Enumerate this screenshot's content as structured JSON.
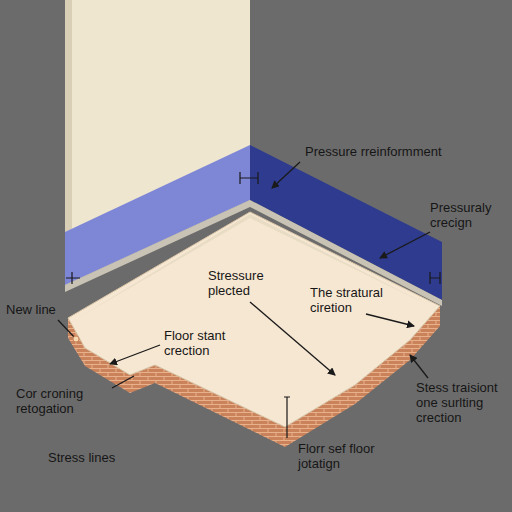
{
  "diagram": {
    "labels": [
      "Pressure rreinformment",
      "Pressuraly crecign",
      "Stressure plected",
      "The stratural ciretion",
      "New line",
      "Floor stant crection",
      "Cor croning retogation",
      "Stess traisiont one surlting crection",
      "Stress lines",
      "Florr sef floor jotatign"
    ]
  }
}
